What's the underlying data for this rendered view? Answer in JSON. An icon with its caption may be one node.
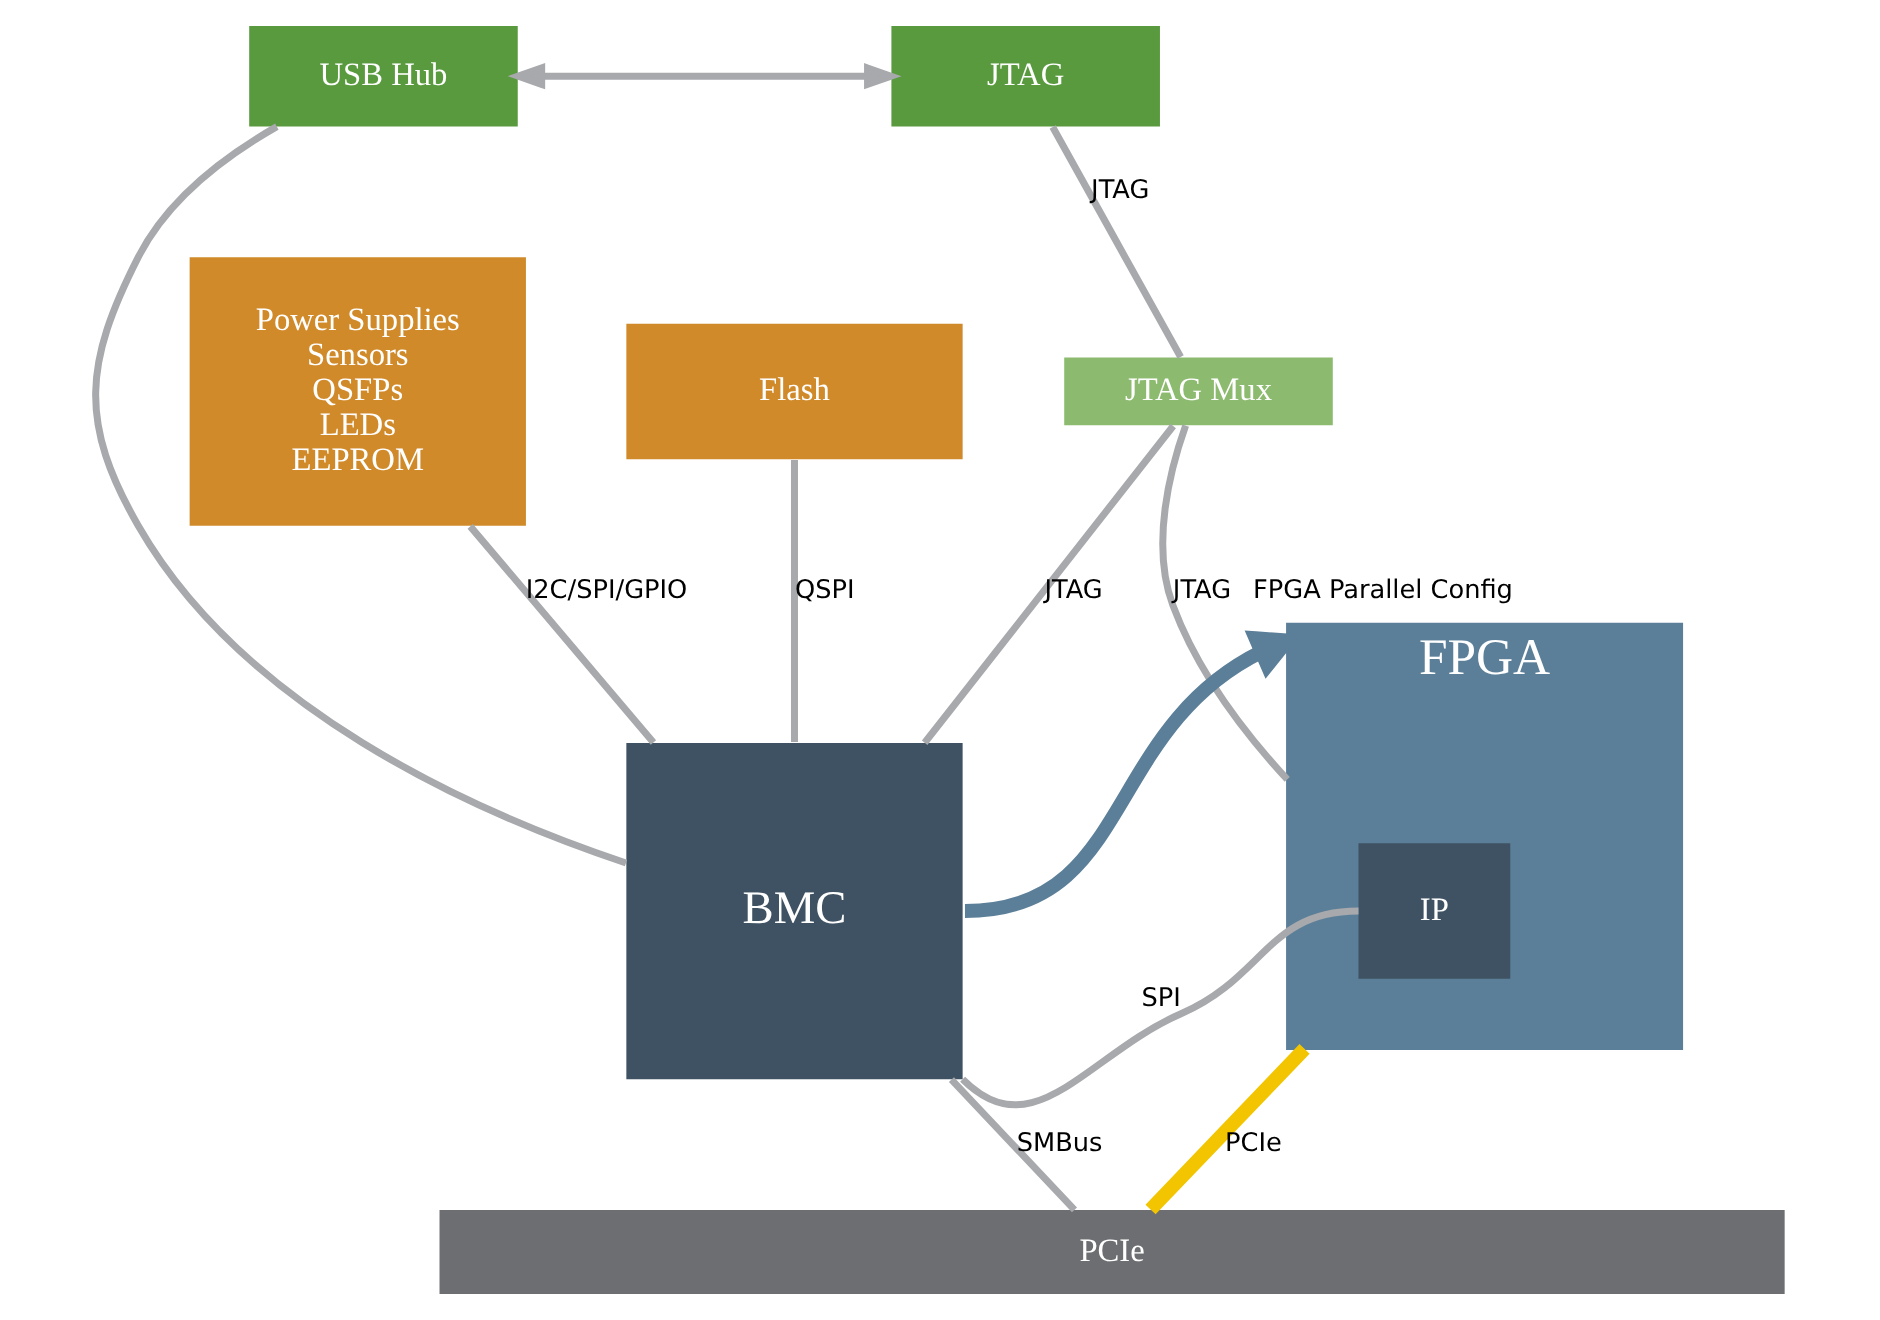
{
  "diagram": {
    "nodes": [
      {
        "text": [
          "USB Hub"
        ]
      },
      {
        "text": [
          "JTAG"
        ]
      },
      {
        "text": [
          "JTAG Mux"
        ]
      },
      {
        "text": [
          "Power Supplies",
          "Sensors",
          "QSFPs",
          "LEDs",
          "EEPROM"
        ]
      },
      {
        "text": [
          "Flash"
        ]
      },
      {
        "text": [
          "BMC"
        ]
      },
      {
        "text": [
          "FPGA"
        ]
      },
      {
        "text": [
          "IP"
        ],
        "in": 6
      },
      {
        "text": [
          "PCIe"
        ]
      }
    ],
    "edges": [
      {
        "from": 0,
        "to": 1,
        "arrow": "both"
      },
      {
        "from": 1,
        "to": 2,
        "arrow": "none",
        "label": "JTAG"
      },
      {
        "from": 2,
        "to": 5,
        "arrow": "none",
        "label": "JTAG"
      },
      {
        "from": 2,
        "to": 6,
        "arrow": "none",
        "label": "JTAG"
      },
      {
        "from": 0,
        "to": 5,
        "arrow": "none"
      },
      {
        "from": 3,
        "to": 5,
        "arrow": "none",
        "label": "I2C/SPI/GPIO"
      },
      {
        "from": 4,
        "to": 5,
        "arrow": "none",
        "label": "QSPI"
      },
      {
        "from": 5,
        "to": 6,
        "arrow": "to",
        "label": "FPGA Parallel Config",
        "style": "thick",
        "color": "#5b7f99"
      },
      {
        "from": 5,
        "to": 7,
        "arrow": "none",
        "label": "SPI"
      },
      {
        "from": 5,
        "to": 8,
        "arrow": "none",
        "label": "SMBus"
      },
      {
        "from": 6,
        "to": 8,
        "arrow": "none",
        "label": "PCIe",
        "style": "thick",
        "color": "#f2c500"
      }
    ]
  }
}
